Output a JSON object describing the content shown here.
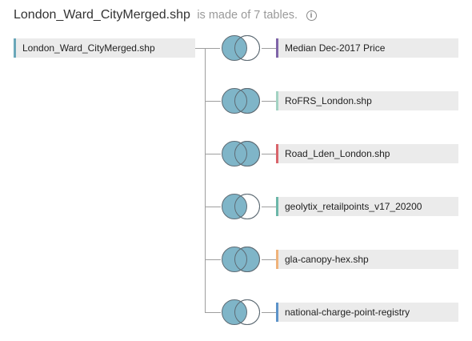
{
  "header": {
    "title": "London_Ward_CityMerged.shp",
    "subtitle": "is made of 7 tables.",
    "info_icon": "info-icon"
  },
  "base_table": {
    "name": "London_Ward_CityMerged.shp",
    "color": "#6aa7b9"
  },
  "joins": [
    {
      "name": "Median Dec-2017 Price",
      "color": "#7f64a8",
      "join_type": "left"
    },
    {
      "name": "RoFRS_London.shp",
      "color": "#a3d3c3",
      "join_type": "inner"
    },
    {
      "name": "Road_Lden_London.shp",
      "color": "#d9646b",
      "join_type": "inner"
    },
    {
      "name": "geolytix_retailpoints_v17_20200",
      "color": "#6cb7a9",
      "join_type": "left"
    },
    {
      "name": "gla-canopy-hex.shp",
      "color": "#f0b37a",
      "join_type": "inner"
    },
    {
      "name": "national-charge-point-registry",
      "color": "#5c93c9",
      "join_type": "left"
    }
  ],
  "styles": {
    "venn_fill": "#7fb5c8",
    "venn_stroke": "#5e6b74"
  }
}
